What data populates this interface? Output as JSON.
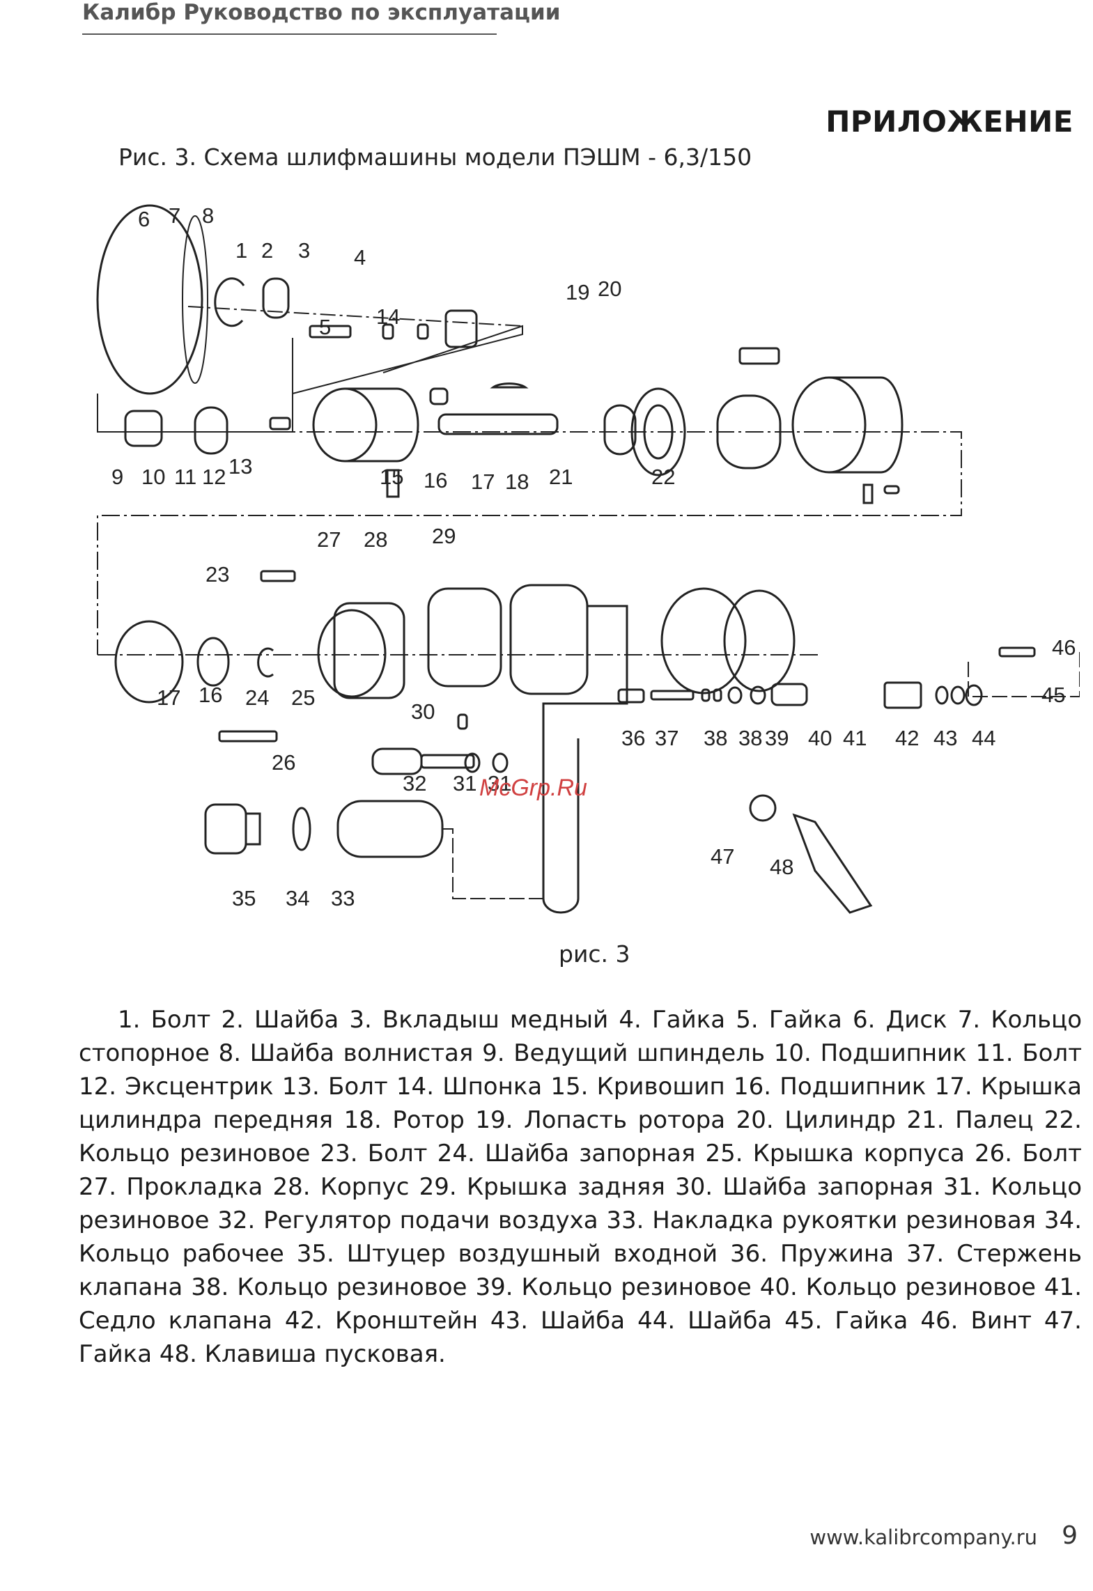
{
  "header": {
    "title": "Калибр Руководство по эксплуатации"
  },
  "section_title": "ПРИЛОЖЕНИЕ",
  "figure": {
    "caption": "Рис. 3. Схема шлифмашины модели ПЭШМ - 6,3/150",
    "label": "рис. 3",
    "watermark": "McGrp.Ru",
    "part_numbers": [
      "6",
      "7",
      "8",
      "1",
      "2",
      "3",
      "4",
      "5",
      "14",
      "19",
      "20",
      "9",
      "10",
      "11",
      "12",
      "13",
      "15",
      "16",
      "17",
      "18",
      "21",
      "22",
      "27",
      "28",
      "29",
      "23",
      "46",
      "45",
      "17",
      "16",
      "24",
      "25",
      "30",
      "36",
      "37",
      "38",
      "38",
      "39",
      "40",
      "41",
      "42",
      "43",
      "44",
      "26",
      "32",
      "31",
      "31",
      "47",
      "48",
      "35",
      "34",
      "33"
    ]
  },
  "legend": {
    "text": "1. Болт 2. Шайба 3. Вкладыш медный 4. Гайка 5. Гайка 6. Диск 7. Кольцо стопор­ное 8. Шайба волнистая 9. Ведущий шпиндель 10. Подшипник 11. Болт 12. Эксцен­трик 13. Болт 14. Шпонка 15. Кривошип 16. Подшипник 17. Крышка цилиндра пе­редняя 18. Ротор 19. Лопасть ротора 20. Цилиндр 21. Палец 22. Кольцо резиновое 23. Болт 24. Шайба запорная 25. Крышка корпуса 26. Болт 27. Прокладка 28. Корпус 29. Крышка задняя 30. Шайба запорная 31. Кольцо резиновое 32. Регулятор пода­чи воздуха 33. Накладка рукоятки резиновая 34. Кольцо рабочее 35. Штуцер воз­душный входной 36. Пружина 37. Стержень клапана 38. Кольцо резиновое 39. Коль­цо резиновое 40. Кольцо резиновое 41. Седло клапана 42. Кронштейн 43. Шайба 44. Шайба 45. Гайка 46. Винт 47. Гайка 48. Клавиша пусковая."
  },
  "footer": {
    "url": "www.kalibrcompany.ru",
    "page_number": "9"
  }
}
